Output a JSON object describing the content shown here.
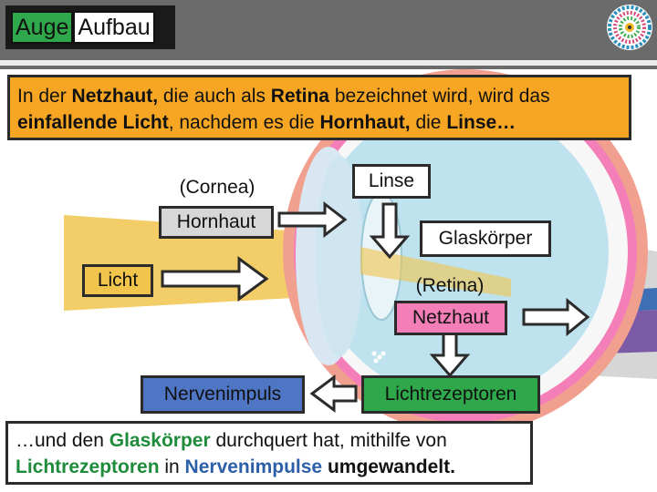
{
  "header": {
    "title_part1": "Auge",
    "title_part2": "Aufbau",
    "logo_icon": "mandala-logo-icon"
  },
  "intro": {
    "t1": "In der ",
    "t2": "Netzhaut,",
    "t3": " die auch als ",
    "t4": "Retina",
    "t5": " bezeichnet wird, wird das ",
    "t6": "einfallende Licht",
    "t7": ", nachdem es die ",
    "t8": "Hornhaut,",
    "t9": " die ",
    "t10": "Linse…"
  },
  "labels": {
    "cornea": "(Cornea)",
    "hornhaut": "Hornhaut",
    "linse": "Linse",
    "glaskoerper": "Glaskörper",
    "licht": "Licht",
    "retina": "(Retina)",
    "netzhaut": "Netzhaut",
    "nervenimpuls": "Nervenimpuls",
    "lichtrezeptoren": "Lichtrezeptoren"
  },
  "outro": {
    "t1": "…und den ",
    "t2": "Glaskörper",
    "t3": " durchquert hat, mithilfe von ",
    "t4": "Lichtrezeptoren",
    "t5": " in ",
    "t6": "Nervenimpulse",
    "t7": " ",
    "t8": "umgewandelt."
  },
  "colors": {
    "title_green": "#2ea84a",
    "intro_orange": "#f6a623",
    "light_beam": "#f1c44c",
    "netzhaut_pink": "#f47fb8",
    "nerve_purple": "#7b5aa6",
    "vitreous_blue": "#bfe3ee"
  }
}
